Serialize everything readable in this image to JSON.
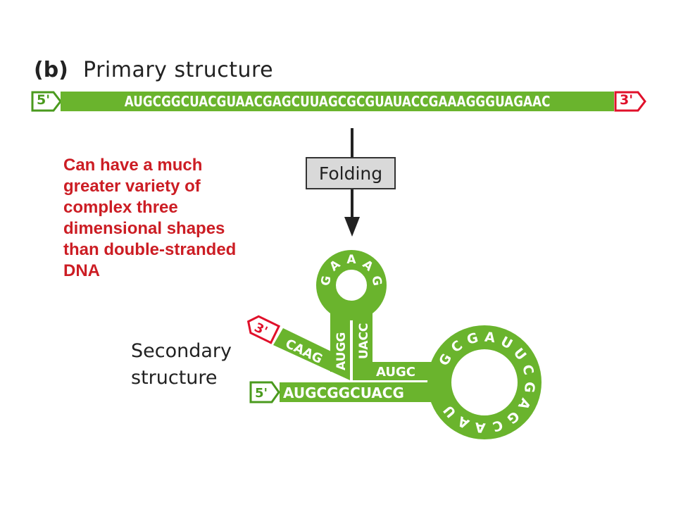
{
  "panel_label": "(b)",
  "primary_title": "Primary structure",
  "primary_sequence": "AUGCGGCUACGUAACGAGCUUAGCGCGUAUACCGAAAGGGUAGAAC",
  "five_prime_label": "5'",
  "three_prime_label": "3'",
  "folding_label": "Folding",
  "note": "Can have a much greater variety of complex three dimensional shapes than double-stranded DNA",
  "secondary_title": "Secondary structure",
  "secondary": {
    "bottom_strand": "AUGCGGCUACG",
    "three_arm": "CAAG",
    "stem_left": "AUGG",
    "stem_right": "UACC",
    "hairpin_loop": [
      "G",
      "A",
      "A",
      "A",
      "G"
    ],
    "junction": "AUGC",
    "big_loop": [
      "G",
      "C",
      "G",
      "A",
      "U",
      "U",
      "C",
      "G",
      "A",
      "G",
      "C",
      "A",
      "A",
      "U"
    ]
  },
  "colors": {
    "rna_green": "#6ab42d",
    "tag_green": "#4a9a1e",
    "tag_red": "#e0102a",
    "note_red": "#cc1d24"
  }
}
